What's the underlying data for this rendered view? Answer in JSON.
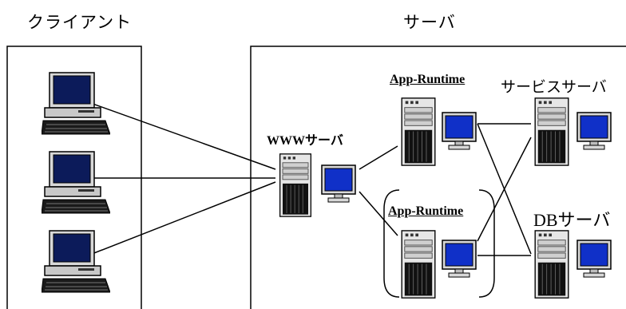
{
  "headings": {
    "client": "クライアント",
    "server": "サーバ"
  },
  "labels": {
    "www_server": "WWWサーバ",
    "app_runtime_1": "App-Runtime",
    "app_runtime_2": "App-Runtime",
    "service_server": "サービスサーバ",
    "db_server": "DBサーバ"
  },
  "icons": {
    "client_pc": "desktop-computer-icon",
    "server": "tower-server-icon",
    "monitor": "monitor-icon"
  },
  "colors": {
    "screen": "#0c1b5a",
    "screen_bright": "#1030c8",
    "line": "#000000"
  }
}
